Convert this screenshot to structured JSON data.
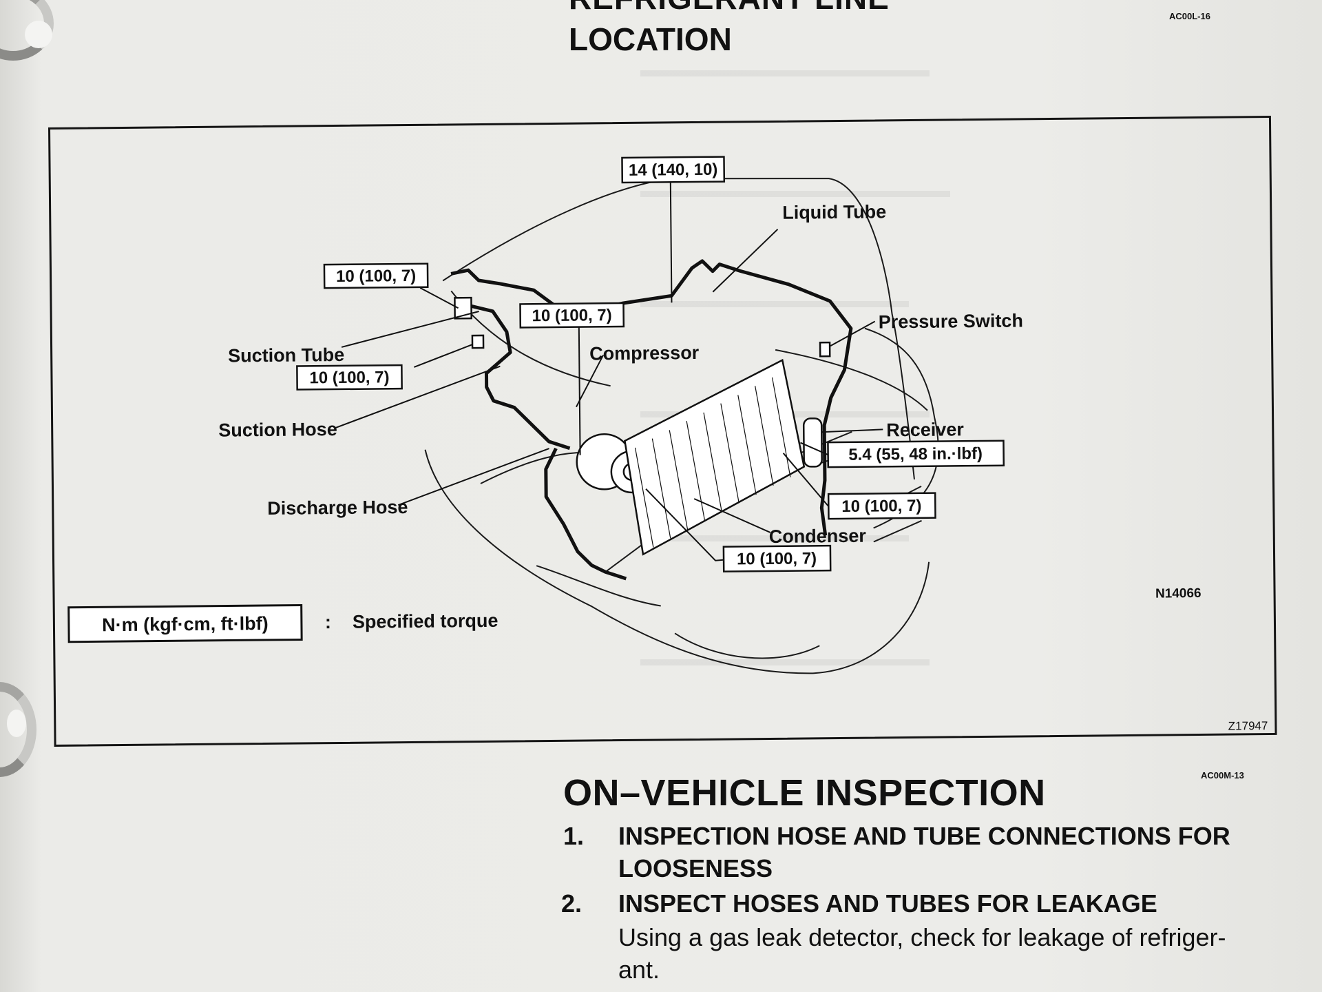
{
  "header": {
    "title_line1": "REFRIGERANT LINE",
    "title_line2": "LOCATION",
    "ref_code_top": "AC00L-16"
  },
  "diagram": {
    "labels": {
      "liquid_tube": "Liquid Tube",
      "pressure_switch": "Pressure Switch",
      "compressor": "Compressor",
      "suction_tube": "Suction Tube",
      "suction_hose": "Suction Hose",
      "discharge_hose": "Discharge Hose",
      "receiver": "Receiver",
      "condenser": "Condenser"
    },
    "torque_boxes": {
      "top": "14 (140, 10)",
      "upper_left": "10 (100, 7)",
      "compressor": "10 (100, 7)",
      "suction_tube": "10 (100, 7)",
      "receiver": "5.4 (55, 48 in.·lbf)",
      "condenser_right": "10 (100, 7)",
      "condenser_bottom": "10 (100, 7)"
    },
    "legend": {
      "unit_box": "N·m (kgf·cm, ft·lbf)",
      "colon": ":",
      "description": "Specified torque"
    },
    "figure_code": "N14066",
    "frame_code": "Z17947"
  },
  "inspection": {
    "ref_code": "AC00M-13",
    "title": "ON–VEHICLE INSPECTION",
    "steps": [
      {
        "num": "1.",
        "line1": "INSPECTION HOSE AND TUBE CONNECTIONS FOR",
        "line2": "LOOSENESS"
      },
      {
        "num": "2.",
        "line1": "INSPECT HOSES AND TUBES FOR LEAKAGE",
        "body1": "Using a gas leak detector, check for leakage of refriger-",
        "body2": "ant."
      }
    ]
  }
}
